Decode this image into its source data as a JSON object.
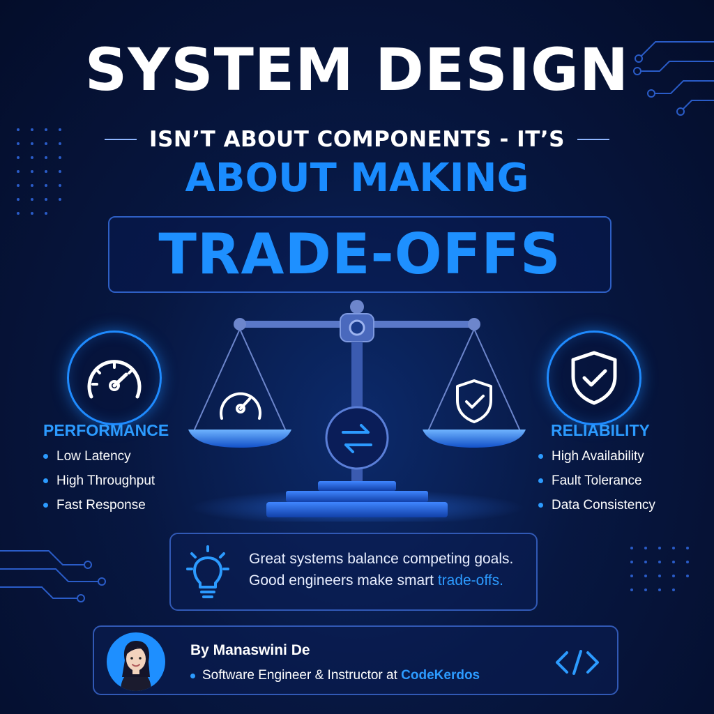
{
  "headline": "SYSTEM DESIGN",
  "subheadline": "ISN’T ABOUT COMPONENTS - IT’S",
  "highlight_line": "ABOUT MAKING",
  "highlight_box_text": "TRADE-OFFS",
  "left_panel": {
    "icon": "speedometer-icon",
    "title": "PERFORMANCE",
    "items": [
      "Low Latency",
      "High Throughput",
      "Fast Response"
    ]
  },
  "right_panel": {
    "icon": "shield-check-icon",
    "title": "RELIABILITY",
    "items": [
      "High Availability",
      "Fault Tolerance",
      "Data Consistency"
    ]
  },
  "center_graphic": {
    "left_pan_icon": "speedometer-icon",
    "right_pan_icon": "shield-check-icon",
    "pivot_icon": "swap-arrows-icon"
  },
  "quote": {
    "icon": "lightbulb-icon",
    "text_before": "Great systems balance competing goals. Good engineers make smart",
    "text_highlight": "trade-offs."
  },
  "author": {
    "avatar": "avatar",
    "name": "By Manaswini De",
    "role_prefix": "Software Engineer & Instructor at",
    "company": "CodeKerdos",
    "icon": "code-icon"
  },
  "colors": {
    "background": "#071741",
    "accent": "#1e90ff",
    "text": "#ffffff"
  }
}
